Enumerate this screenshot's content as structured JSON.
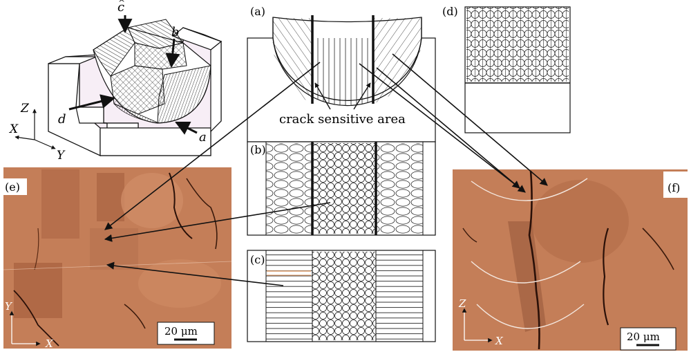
{
  "panels": {
    "a": {
      "label": "(a)",
      "annotation": "crack sensitive area"
    },
    "b": {
      "label": "(b)"
    },
    "c": {
      "label": "(c)"
    },
    "d": {
      "label": "(d)"
    },
    "e": {
      "label": "(e)",
      "scale_bar": "20 μm",
      "axis_vertical": "Y",
      "axis_horizontal": "X"
    },
    "f": {
      "label": "(f)",
      "scale_bar": "20 μm",
      "axis_vertical": "Z",
      "axis_horizontal": "X"
    }
  },
  "iso_view": {
    "axes": {
      "z": "Z",
      "x": "X",
      "y": "Y"
    },
    "letters": {
      "c": "c",
      "b": "b",
      "d": "d",
      "a": "a"
    }
  },
  "colors": {
    "micrograph": "#c47e58",
    "micrograph_dark": "#8a4a2c",
    "crack": "#2a1008",
    "iso_fill": "#f3e8f2",
    "line": "#111111",
    "highlight": "#e0a070"
  }
}
